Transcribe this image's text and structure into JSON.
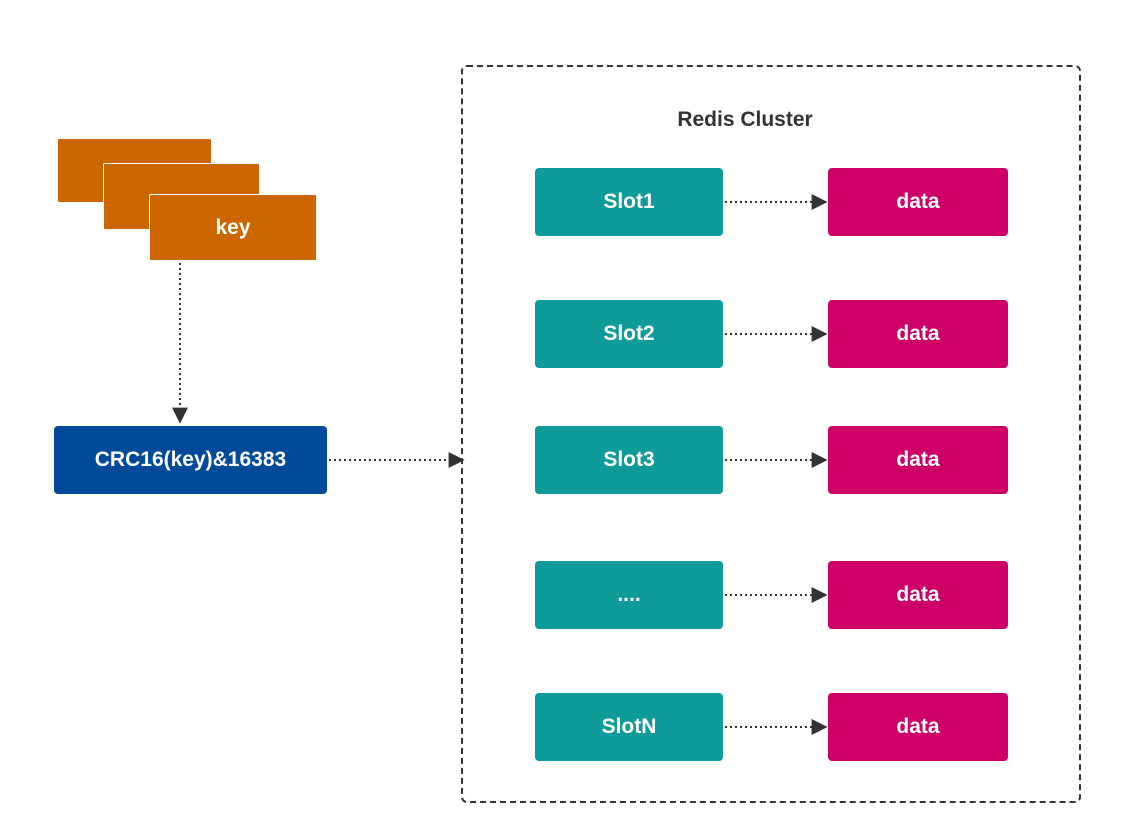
{
  "key_stack": {
    "label": "key",
    "color": "#cc6600"
  },
  "hash_function": {
    "label": "CRC16(key)&16383",
    "color": "#004a99"
  },
  "cluster": {
    "title": "Redis Cluster",
    "slot_color": "#0e9b99",
    "data_color": "#cc0066",
    "rows": [
      {
        "slot": "Slot1",
        "data": "data"
      },
      {
        "slot": "Slot2",
        "data": "data"
      },
      {
        "slot": "Slot3",
        "data": "data"
      },
      {
        "slot": "....",
        "data": "data"
      },
      {
        "slot": "SlotN",
        "data": "data"
      }
    ]
  }
}
